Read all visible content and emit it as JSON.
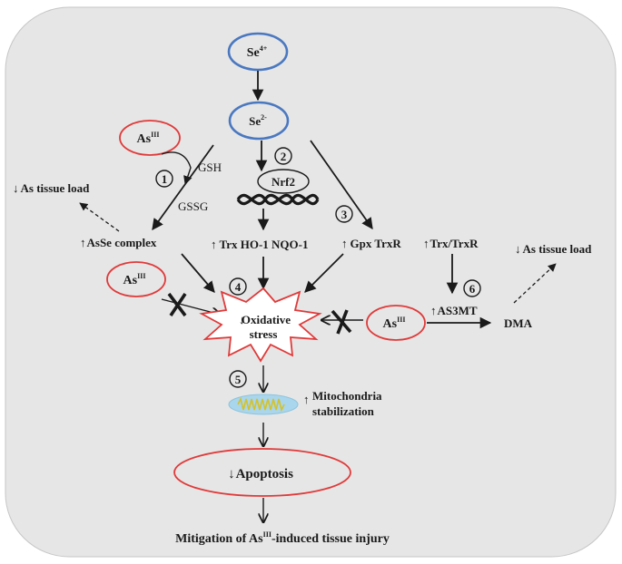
{
  "colors": {
    "panel": "#e6e6e6",
    "red": "#e03a3a",
    "blue": "#4a78c0",
    "mito_outer": "#a9d6ec",
    "mito_inner": "#d4c22a",
    "ink": "#1a1a1a"
  },
  "nodes": {
    "se4": "Se",
    "se4_sup": "4+",
    "se2": "Se",
    "se2_sup": "2-",
    "as": "As",
    "as_sup": "III",
    "gsh": "GSH",
    "gssg": "GSSG",
    "nrf2": "Nrf2",
    "as_tissue_load": "As tissue load",
    "asse_complex": "AsSe complex",
    "trx_ho_nqo": "Trx HO-1 NQO-1",
    "gpx_trxr": "Gpx TrxR",
    "trx_trxr": "Trx/TrxR",
    "as3mt": "AS3MT",
    "dma": "DMA",
    "oxidative_line1": "Oxidative",
    "oxidative_line2": "stress",
    "mito_line1": "Mitochondria",
    "mito_line2": "stabilization",
    "apoptosis": "Apoptosis",
    "mitigation_pre": "Mitigation of As",
    "mitigation_sup": "III",
    "mitigation_post": "-induced tissue injury"
  },
  "steps": [
    "1",
    "2",
    "3",
    "4",
    "5",
    "6"
  ]
}
